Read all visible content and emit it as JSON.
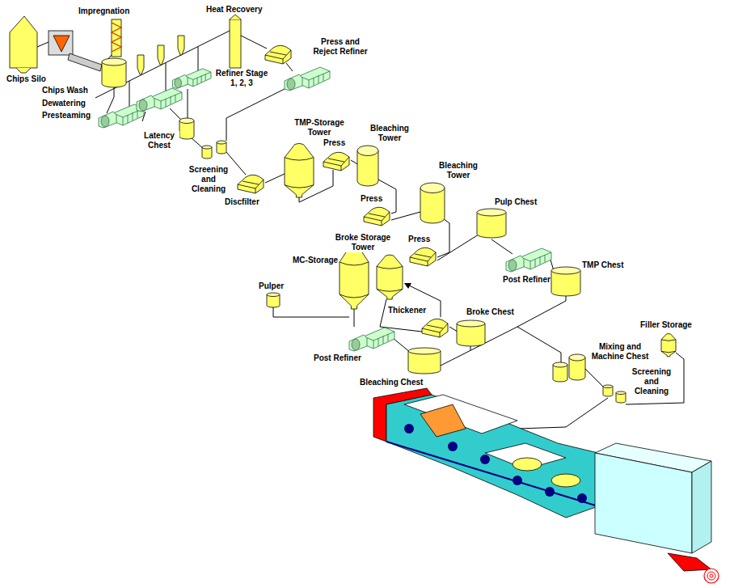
{
  "diagram": {
    "labels": [
      "Impregnation",
      "Heat Recovery",
      "Press and Reject Refiner",
      "Refiner Stage 1, 2, 3",
      "Chips Silo",
      "Chips Wash",
      "Dewatering",
      "Presteaming",
      "TMP-Storage Tower",
      "Latency Chest",
      "Press",
      "Bleaching Tower",
      "Screening and Cleaning",
      "Discfilter",
      "Bleaching Tower",
      "Press",
      "Pulp Chest",
      "Broke Storage Tower",
      "Press",
      "MC-Storage",
      "TMP Chest",
      "Post Refiner",
      "Pulper",
      "Thickener",
      "Broke Chest",
      "Filler Storage",
      "Mixing and Machine Chest",
      "Post Refiner",
      "Screening and Cleaning",
      "Bleaching Chest"
    ]
  }
}
